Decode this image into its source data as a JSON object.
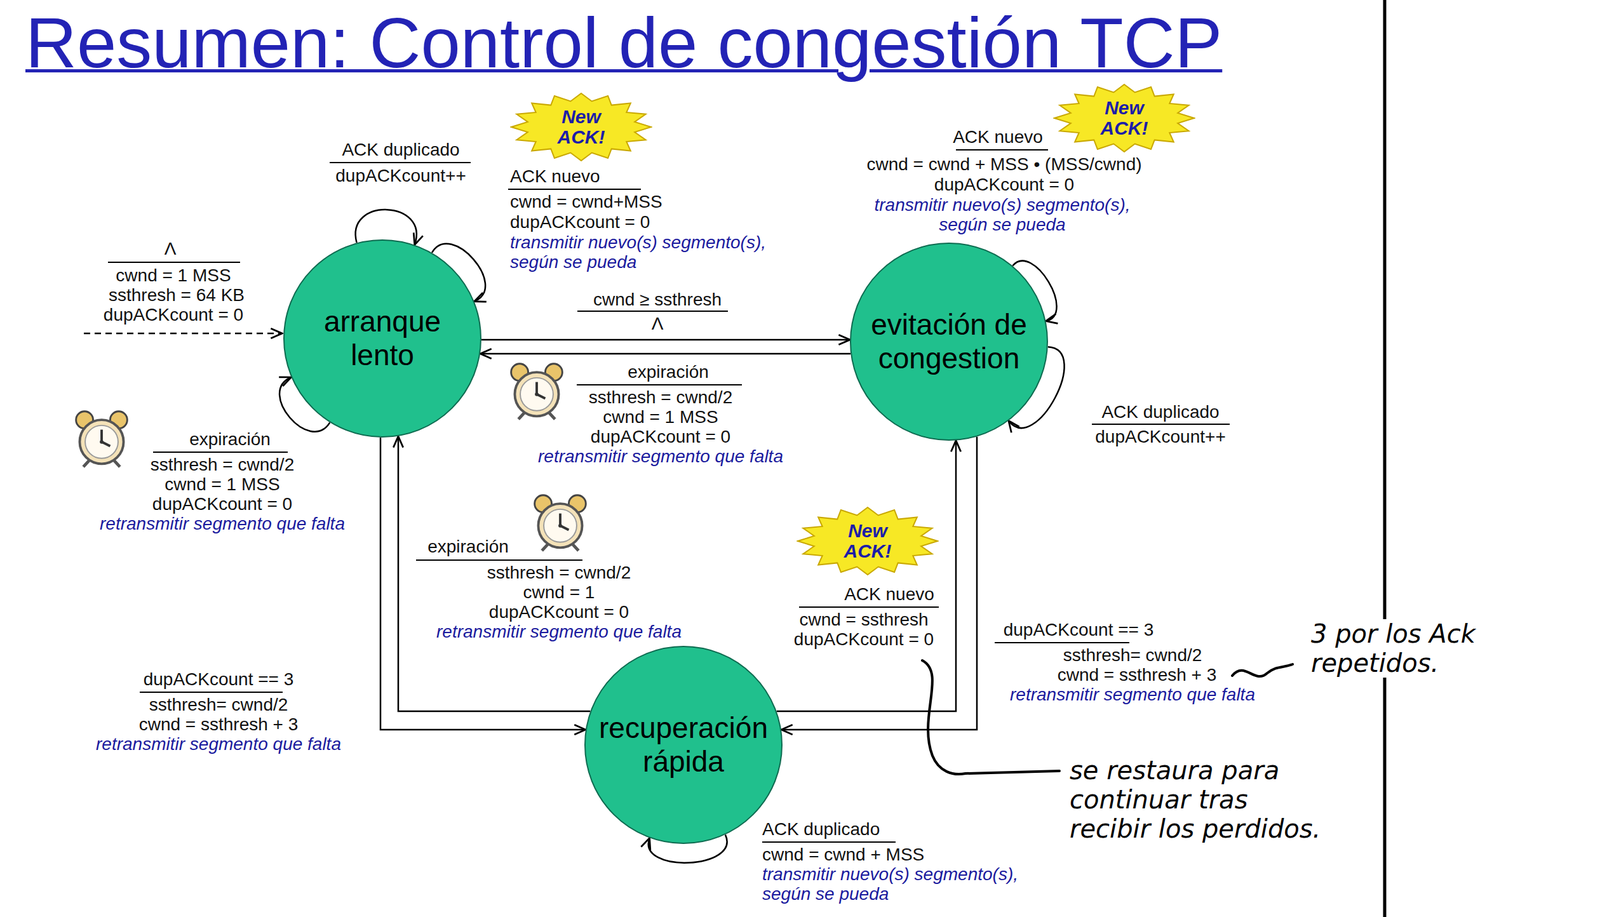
{
  "diagram": {
    "title": "Resumen: Control de congestión TCP",
    "nodes": [
      {
        "text": [
          "New ACK!"
        ]
      },
      {
        "text": [
          "New ACK!"
        ]
      },
      {
        "text": [
          "arranque lento"
        ]
      },
      {
        "text": [
          "evitación de congestion"
        ]
      },
      {
        "text": [
          "New ACK!"
        ]
      },
      {
        "text": [
          "recuperación rápida"
        ]
      }
    ],
    "edges": [
      {
        "from": 2,
        "to": 2,
        "arrow": "to",
        "label": "ACK duplicado"
      },
      {
        "from": 2,
        "to": 2,
        "arrow": "to",
        "label": "ACK nuevo"
      },
      {
        "from": 2,
        "to": 3,
        "arrow": "to",
        "label": "cwnd ≥ ssthresh"
      },
      {
        "from": 3,
        "to": 3,
        "arrow": "to",
        "label": "ACK nuevo"
      },
      {
        "from": 3,
        "to": 2,
        "arrow": "to",
        "label": "expiración"
      },
      {
        "from": 2,
        "to": 2,
        "arrow": "to",
        "label": "expiración"
      },
      {
        "from": 3,
        "to": 3,
        "arrow": "to",
        "label": "ACK duplicado"
      },
      {
        "from": 2,
        "to": 5,
        "arrow": "to",
        "label": "dupACKcount == 3"
      },
      {
        "from": 5,
        "to": 2,
        "arrow": "to",
        "label": "expiración"
      },
      {
        "from": 5,
        "to": 3,
        "arrow": "to",
        "label": "ACK nuevo"
      },
      {
        "from": 3,
        "to": 5,
        "arrow": "to",
        "label": "dupACKcount == 3"
      },
      {
        "from": 5,
        "to": 5,
        "arrow": "to",
        "label": "ACK duplicado"
      }
    ],
    "labels": [
      "Λ",
      "cwnd = 1 MSS",
      "ssthresh = 64 KB",
      "dupACKcount = 0",
      "dupACKcount++",
      "cwnd = cwnd+MSS",
      "dupACKcount = 0",
      "transmitir nuevo(s) segmento(s), según se pueda",
      "cwnd = cwnd + MSS • (MSS/cwnd)",
      "dupACKcount = 0",
      "transmitir nuevo(s) segmento(s), según se pueda",
      "Λ",
      "ssthresh = cwnd/2",
      "cwnd = 1 MSS",
      "dupACKcount = 0",
      "retransmitir segmento que falta",
      "dupACKcount++",
      "ssthresh = cwnd/2",
      "cwnd = 1 MSS",
      "dupACKcount = 0",
      "retransmitir segmento que falta",
      "ssthresh = cwnd/2",
      "cwnd = 1",
      "dupACKcount = 0",
      "retransmitir segmento que falta",
      "cwnd = ssthresh",
      "dupACKcount = 0",
      "ssthresh= cwnd/2",
      "cwnd = ssthresh + 3",
      "retransmitir segmento que falta",
      "ssthresh= cwnd/2",
      "cwnd = ssthresh + 3",
      "retransmitir segmento que falta",
      "3 por los Ack repetidos.",
      "se restaura para continuar tras recibir los perdidos.",
      "cwnd = cwnd + MSS",
      "transmitir nuevo(s) segmento(s), según se pueda"
    ]
  }
}
